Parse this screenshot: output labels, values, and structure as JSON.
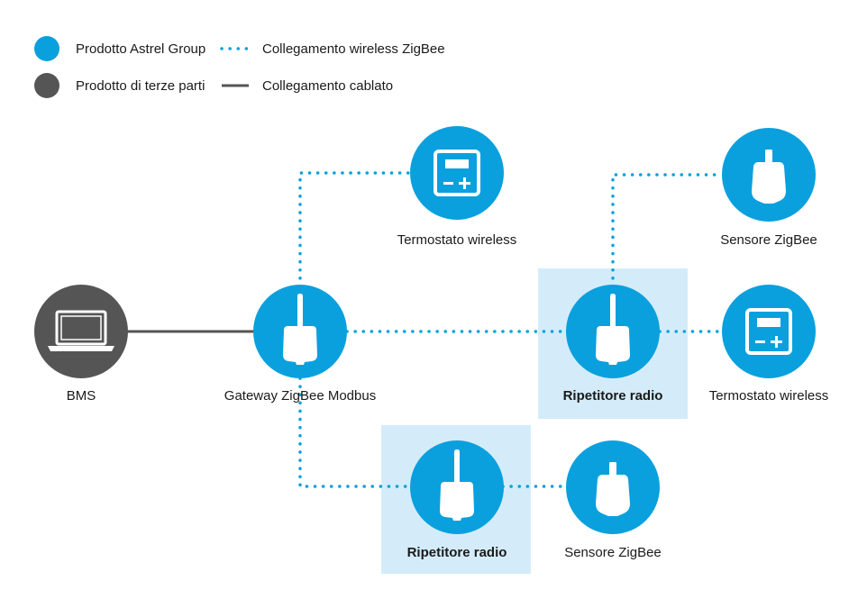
{
  "legend": {
    "astrel_product": "Prodotto Astrel Group",
    "third_party_product": "Prodotto di terze parti",
    "wireless_link": "Collegamento wireless ZigBee",
    "wired_link": "Collegamento cablato"
  },
  "colors": {
    "astrel_blue": "#0aa0de",
    "third_party_gray": "#555555",
    "wired_line": "#555555",
    "wireless_dots": "#0aa0de",
    "repeater_highlight": "#d4ecfa"
  },
  "nodes": {
    "bms": {
      "label": "BMS",
      "icon": "laptop-icon"
    },
    "gateway": {
      "label": "Gateway ZigBee Modbus",
      "icon": "antenna-device-icon"
    },
    "thermostat_top": {
      "label": "Termostato wireless",
      "icon": "thermostat-icon"
    },
    "repeater_right": {
      "label": "Ripetitore radio",
      "icon": "antenna-device-icon"
    },
    "sensor_top_right": {
      "label": "Sensore ZigBee",
      "icon": "sensor-icon"
    },
    "thermostat_right": {
      "label": "Termostato wireless",
      "icon": "thermostat-icon"
    },
    "repeater_bottom": {
      "label": "Ripetitore radio",
      "icon": "antenna-device-icon"
    },
    "sensor_bottom": {
      "label": "Sensore ZigBee",
      "icon": "sensor-icon"
    }
  }
}
